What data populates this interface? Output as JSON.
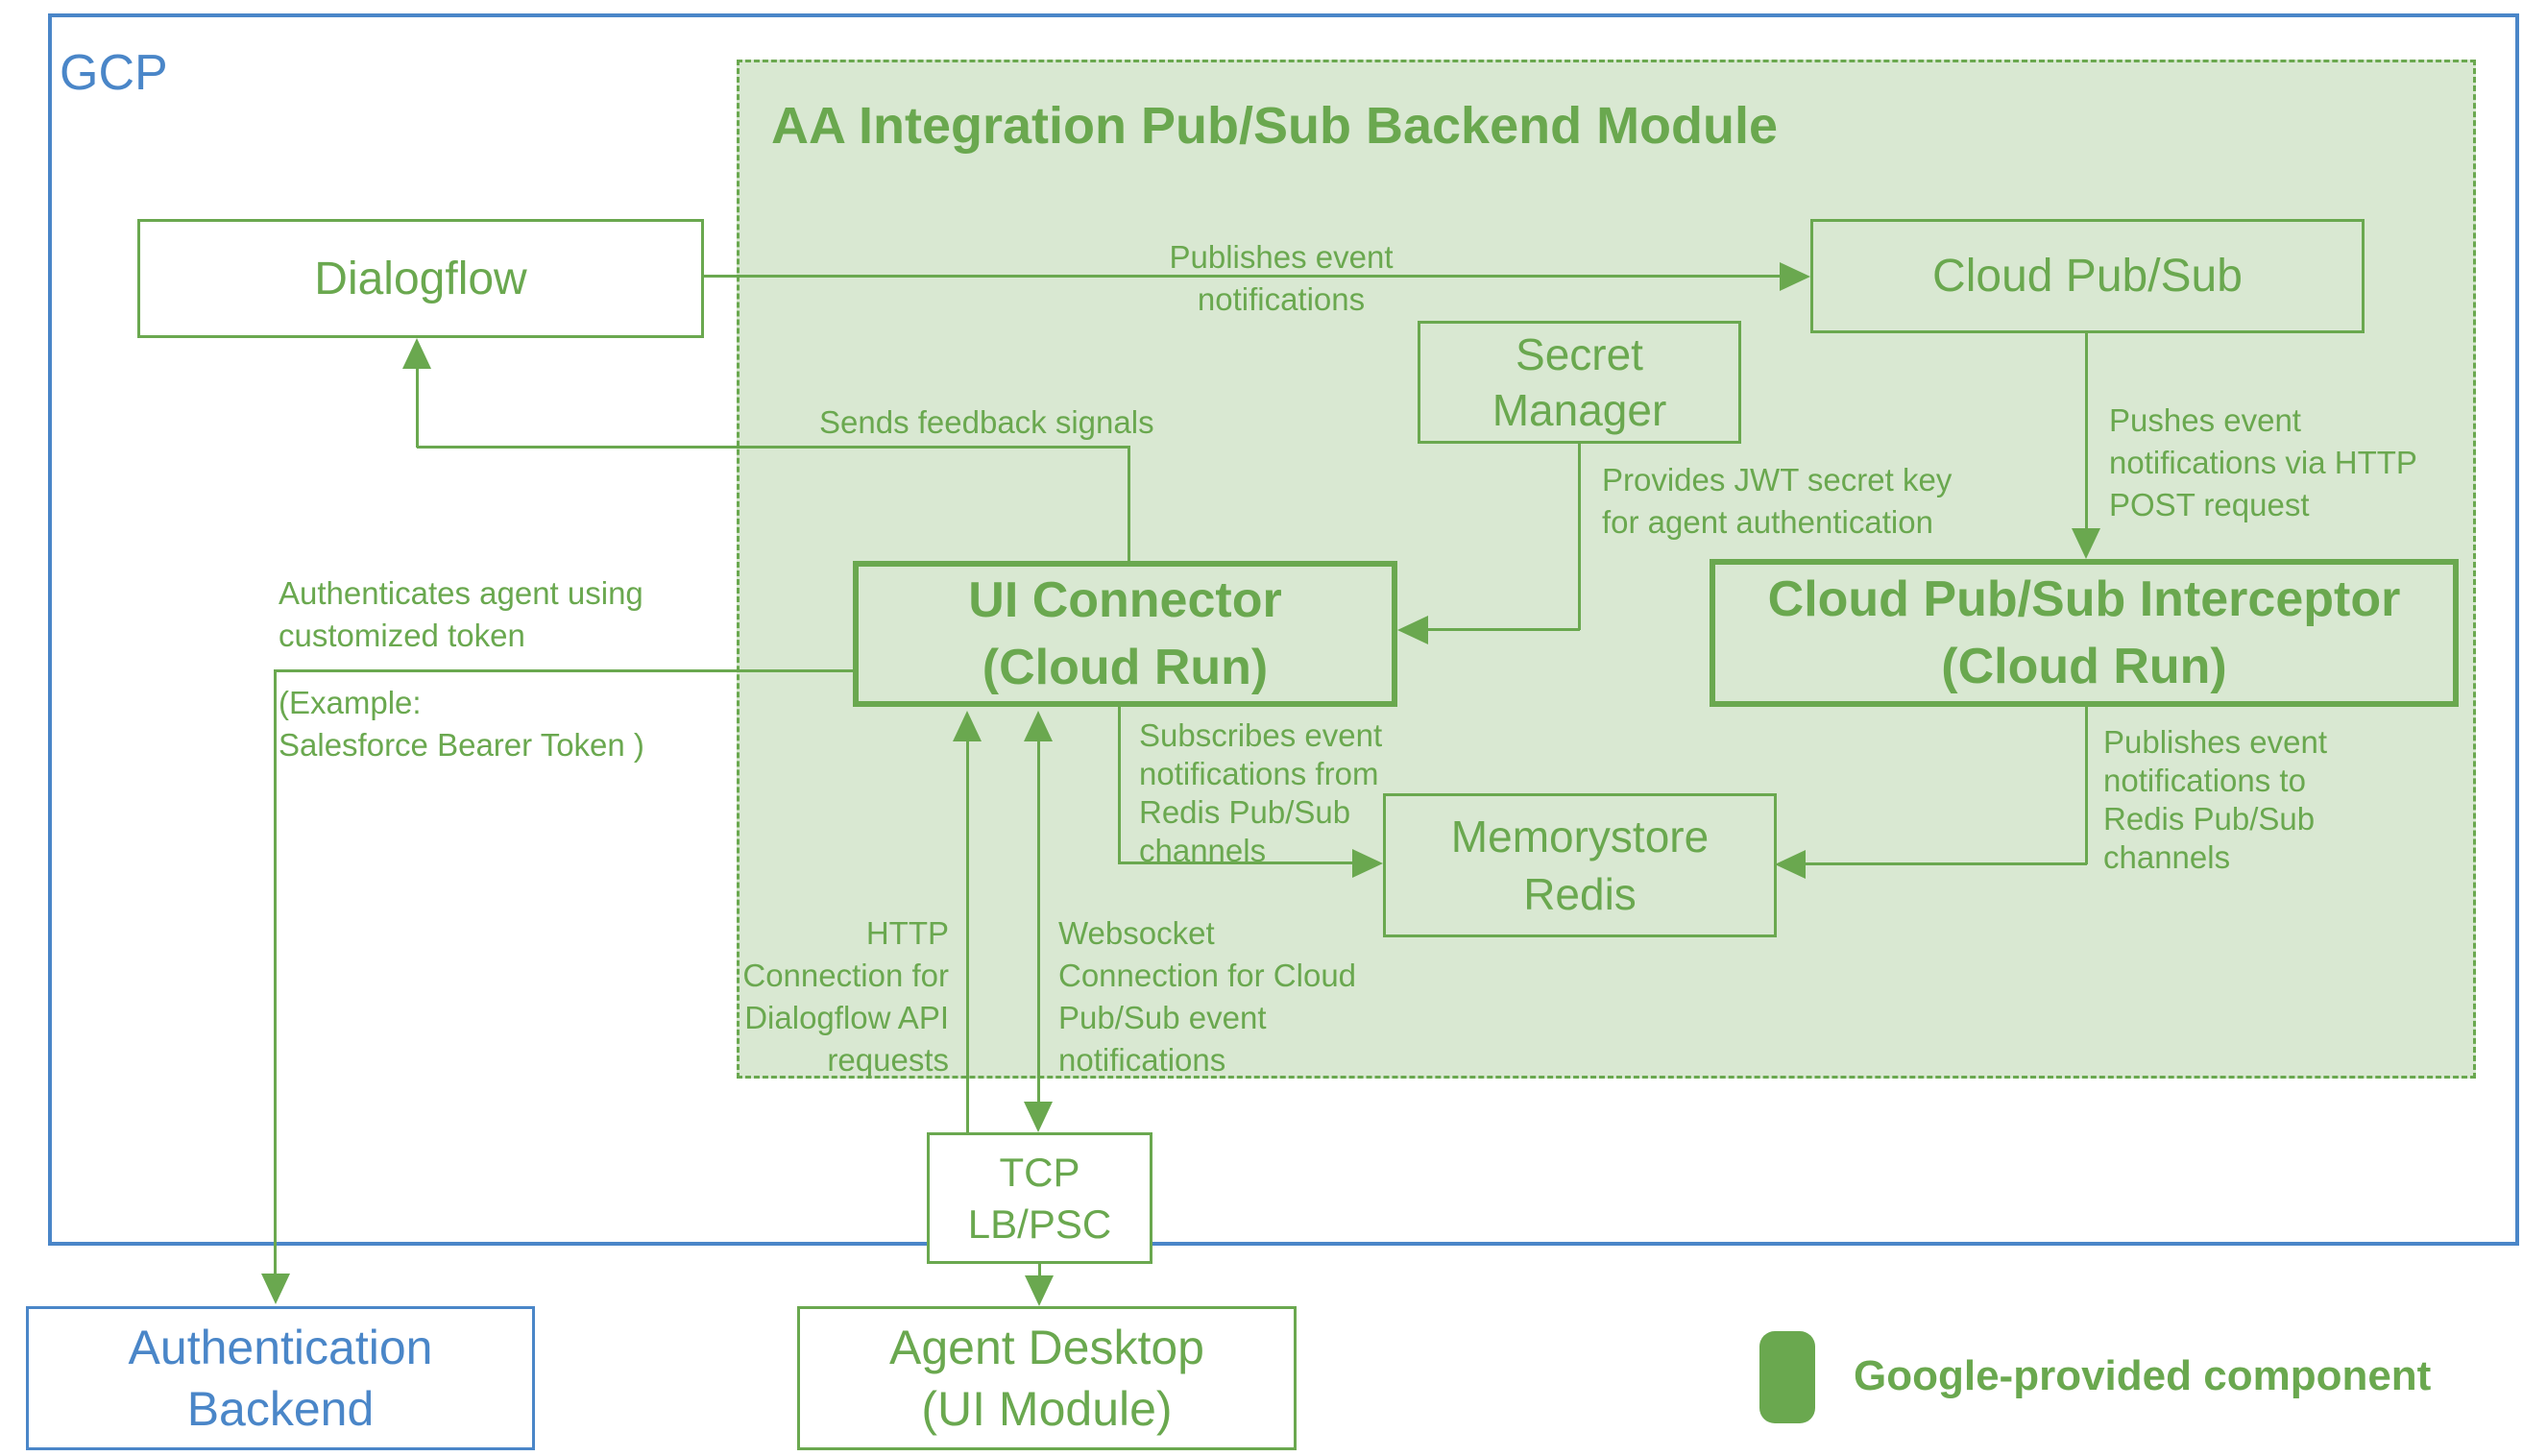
{
  "colors": {
    "green": "#6aa84f",
    "light_green_fill": "#d9e8d2",
    "blue": "#4a86c8"
  },
  "gcp": {
    "label": "GCP"
  },
  "module": {
    "title": "AA Integration Pub/Sub Backend Module"
  },
  "nodes": {
    "dialogflow": {
      "label": "Dialogflow"
    },
    "cloud_pubsub": {
      "label": "Cloud Pub/Sub"
    },
    "secret_manager": {
      "label": "Secret\nManager"
    },
    "ui_connector": {
      "label": "UI Connector\n(Cloud Run)"
    },
    "interceptor": {
      "label": "Cloud Pub/Sub Interceptor\n(Cloud Run)"
    },
    "memorystore": {
      "label": "Memorystore\nRedis"
    },
    "tcp_lb": {
      "label": "TCP\nLB/PSC"
    },
    "auth_backend": {
      "label": "Authentication\nBackend"
    },
    "agent_desktop": {
      "label": "Agent Desktop\n(UI Module)"
    }
  },
  "edge_labels": {
    "publishes_event": "Publishes event notifications",
    "sends_feedback": "Sends feedback signals",
    "authenticates": "Authenticates agent using\ncustomized token",
    "authenticates_example": "(Example:\nSalesforce Bearer Token )",
    "provides_jwt": "Provides JWT secret key\nfor agent authentication",
    "pushes_event": "Pushes event\nnotifications via HTTP\nPOST request",
    "publishes_redis": "Publishes event\nnotifications to\nRedis Pub/Sub\nchannels",
    "subscribes_redis": "Subscribes event\nnotifications from\nRedis Pub/Sub\nchannels",
    "http_connection": "HTTP\nConnection for\nDialogflow API\nrequests",
    "websocket_connection": "Websocket\nConnection for Cloud\nPub/Sub event\nnotifications"
  },
  "legend": {
    "label": "Google-provided component"
  }
}
